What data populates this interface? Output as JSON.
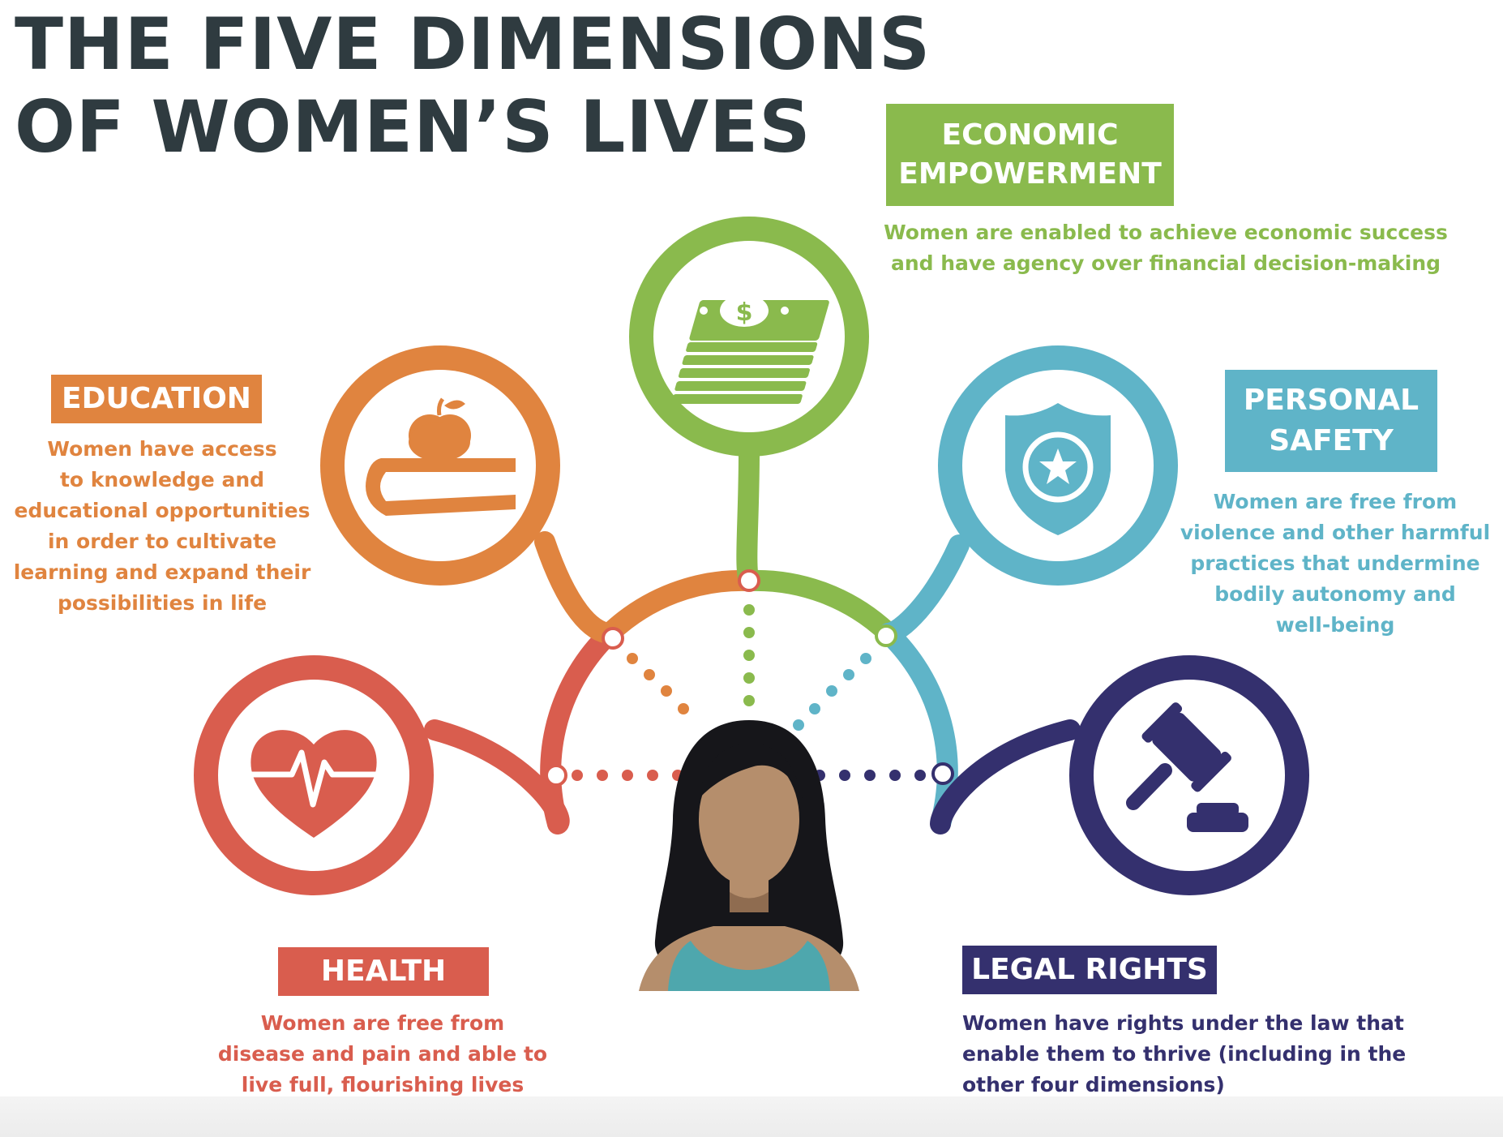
{
  "title": {
    "line1": "THE FIVE DIMENSIONS",
    "line2": "OF WOMEN’S LIVES"
  },
  "colors": {
    "title": "#2f3b40",
    "economic": "#8aba4d",
    "education": "#e0843f",
    "safety": "#5fb4c8",
    "health": "#d95d4e",
    "legal": "#34306e",
    "skin": "#b58e6c",
    "hair": "#16161a",
    "top": "#4ea7ad"
  },
  "dimensions": {
    "economic": {
      "label_line1": "ECONOMIC",
      "label_line2": "EMPOWERMENT",
      "desc_line1": "Women are enabled to achieve economic success",
      "desc_line2": "and have agency over financial decision-making",
      "icon": "money-stack-icon"
    },
    "education": {
      "label": "EDUCATION",
      "desc_line1": "Women have access",
      "desc_line2": "to knowledge and",
      "desc_line3": "educational opportunities",
      "desc_line4": "in order to cultivate",
      "desc_line5": "learning and expand their",
      "desc_line6": "possibilities in life",
      "icon": "apple-book-icon"
    },
    "safety": {
      "label_line1": "PERSONAL",
      "label_line2": "SAFETY",
      "desc_line1": "Women are free from",
      "desc_line2": "violence and other harmful",
      "desc_line3": "practices that undermine",
      "desc_line4": "bodily autonomy and",
      "desc_line5": "well-being",
      "icon": "shield-star-icon"
    },
    "health": {
      "label": "HEALTH",
      "desc_line1": "Women are free from",
      "desc_line2": "disease and pain and able to",
      "desc_line3": "live full, flourishing lives",
      "icon": "heart-pulse-icon"
    },
    "legal": {
      "label": "LEGAL RIGHTS",
      "desc_line1": "Women have rights under the law that",
      "desc_line2": "enable them to thrive (including in the",
      "desc_line3": "other four dimensions)",
      "icon": "gavel-icon"
    }
  }
}
